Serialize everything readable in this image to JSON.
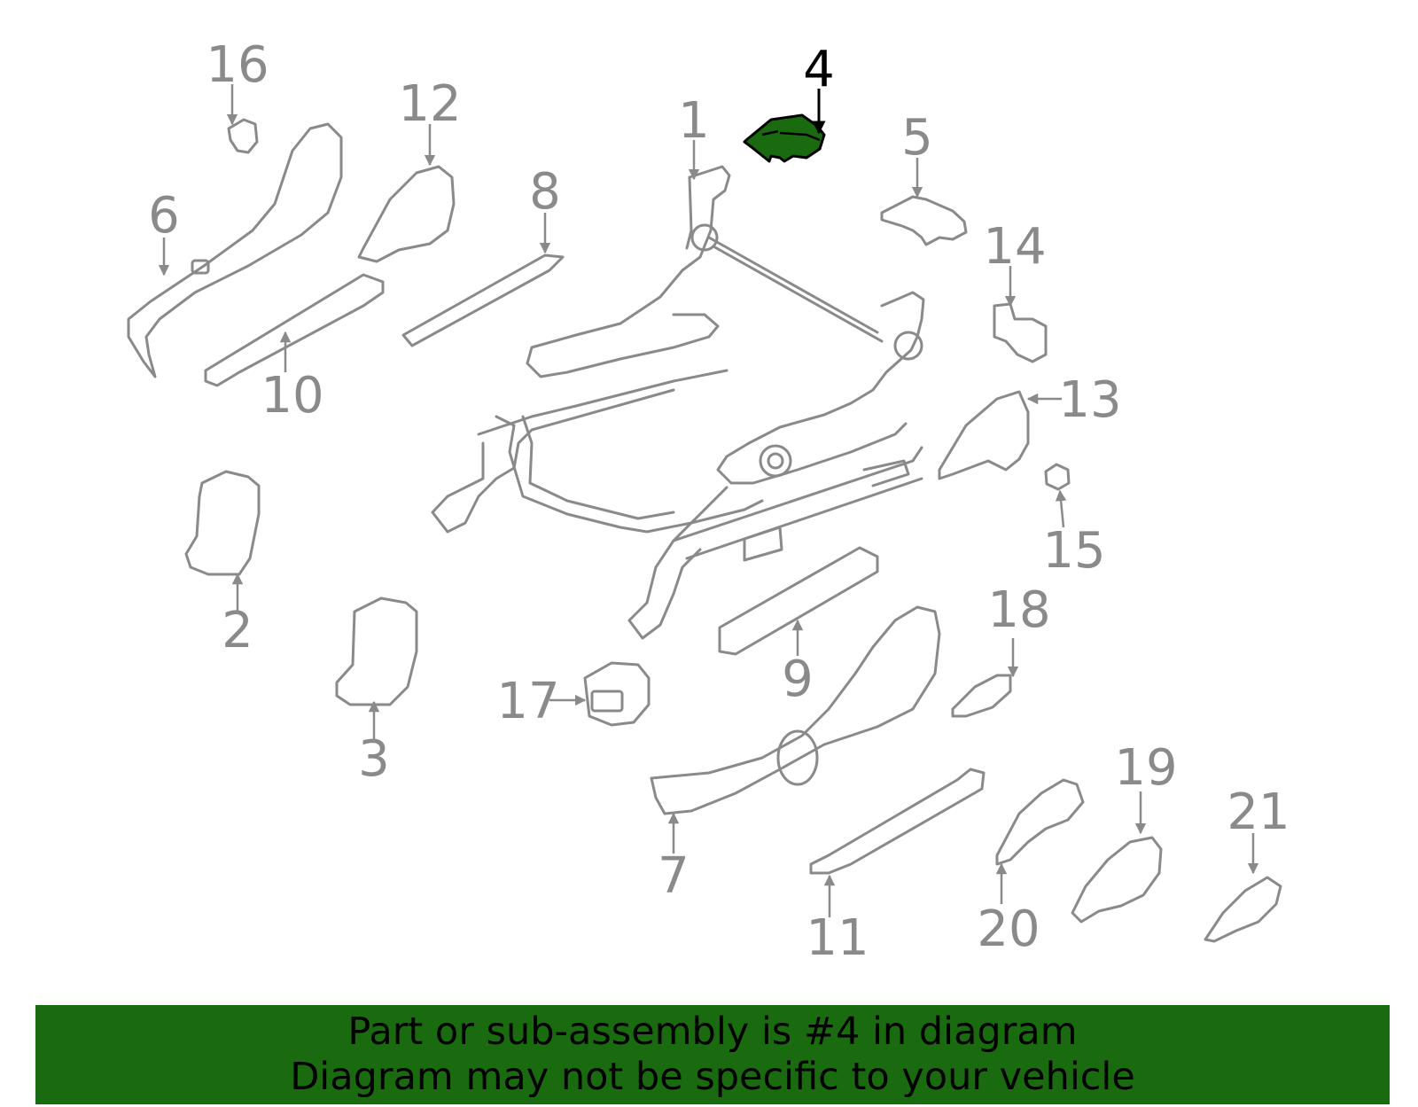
{
  "diagram": {
    "highlight_color": "#1a6b0f",
    "highlighted_part": "4",
    "callouts": [
      "1",
      "2",
      "3",
      "4",
      "5",
      "6",
      "7",
      "8",
      "9",
      "10",
      "11",
      "12",
      "13",
      "14",
      "15",
      "16",
      "17",
      "18",
      "19",
      "20",
      "21"
    ]
  },
  "banner": {
    "line1": "Part or sub-assembly is #4 in diagram",
    "line2": "Diagram may not be specific to your vehicle",
    "background": "#1a6b0f"
  }
}
